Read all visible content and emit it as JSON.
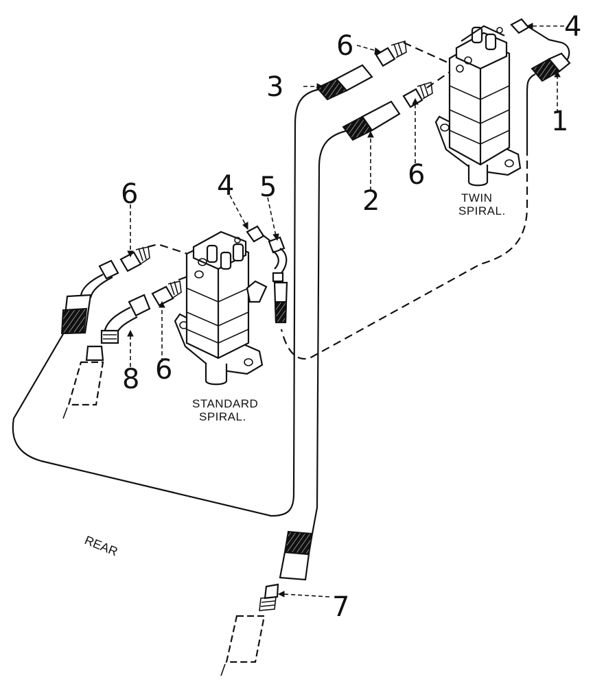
{
  "diagram": {
    "orientation_label": "REAR",
    "units": [
      {
        "id": "twin",
        "label_lines": [
          "TWIN",
          "SPIRAL."
        ]
      },
      {
        "id": "standard",
        "label_lines": [
          "STANDARD",
          "SPIRAL."
        ]
      }
    ],
    "callouts": {
      "c1": "1",
      "c2": "2",
      "c3": "3",
      "c4a": "4",
      "c4b": "4",
      "c5": "5",
      "c6a": "6",
      "c6b": "6",
      "c6c": "6",
      "c6d": "6",
      "c7": "7",
      "c8": "8"
    }
  }
}
